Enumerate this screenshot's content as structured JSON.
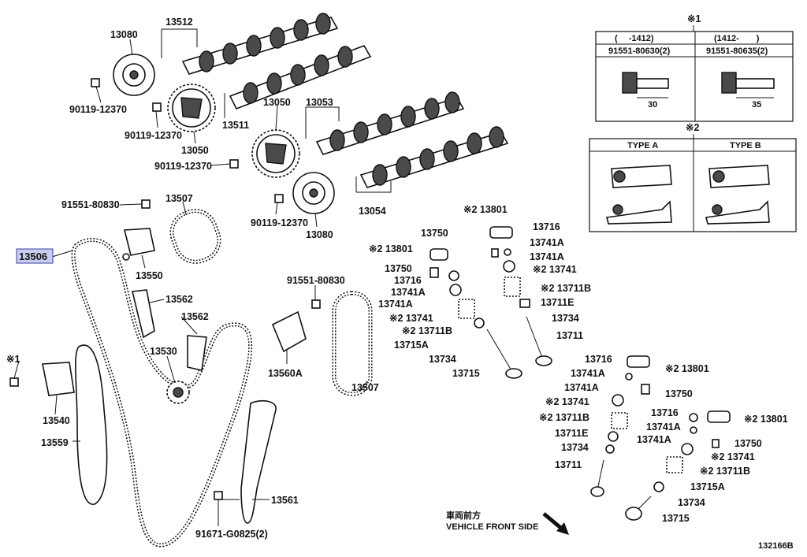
{
  "labels": {
    "p13512": "13512",
    "p13080_top": "13080",
    "p90119_a": "90119-12370",
    "p90119_b": "90119-12370",
    "p13050_left": "13050",
    "p13511": "13511",
    "p13050_mid": "13050",
    "p13053": "13053",
    "p90119_c": "90119-12370",
    "p90119_d": "90119-12370",
    "p13080_mid": "13080",
    "p13054": "13054",
    "p91551_80830_a": "91551-80830",
    "p13507_top": "13507",
    "p13506": "13506",
    "p13550": "13550",
    "p13562_a": "13562",
    "p13562_b": "13562",
    "p13530": "13530",
    "p91551_80830_b": "91551-80830",
    "p13560A": "13560A",
    "p13507_bottom": "13507",
    "p13540": "13540",
    "p13559": "13559",
    "p13561": "13561",
    "p91671": "91671-G0825(2)",
    "n1": "※1",
    "va_13801": "※2 13801",
    "va_13750": "13750",
    "va_13716": "13716",
    "va_13741A_a": "13741A",
    "va_13741A_b": "13741A",
    "va_13741": "※2 13741",
    "va_13711B": "※2 13711B",
    "va_13711E": "13711E",
    "va_13734": "13734",
    "va_13711": "13711",
    "vb_13801": "※2 13801",
    "vb_13750": "13750",
    "vb_13716": "13716",
    "vb_13741A_a": "13741A",
    "vb_13741A_b": "13741A",
    "vb_13741": "※2 13741",
    "vb_13711B": "13711B",
    "vb_13715A": "13715A",
    "vb_13734": "13734",
    "vb_13715": "13715",
    "vc_13716": "13716",
    "vc_13741A_a": "13741A",
    "vc_13741A_b": "13741A",
    "vc_13741": "※2 13741",
    "vc_13711B": "※2 13711B",
    "vc_13711E": "13711E",
    "vc_13734": "13734",
    "vc_13711": "13711",
    "vc_13801": "※2 13801",
    "vc_13750": "13750",
    "vd_13716": "13716",
    "vd_13741A_a": "13741A",
    "vd_13741A_b": "13741A",
    "vd_13750": "13750",
    "vd_13741": "※2 13741",
    "vd_13711B": "※2 13711B",
    "vd_13715A": "13715A",
    "vd_13734": "13734",
    "vd_13715": "13715",
    "vd_13801": "※2 13801"
  },
  "note1": {
    "mark": "※1",
    "col1_header": "(　 -1412)",
    "col2_header": "(1412-　　)",
    "col1_part": "91551-80630(2)",
    "col2_part": "91551-80635(2)",
    "col1_dim": "30",
    "col2_dim": "35"
  },
  "note2": {
    "mark": "※2",
    "type_a": "TYPE A",
    "type_b": "TYPE B"
  },
  "direction": {
    "jp": "車両前方",
    "en": "VEHICLE FRONT SIDE"
  },
  "figure_code": "132166B"
}
